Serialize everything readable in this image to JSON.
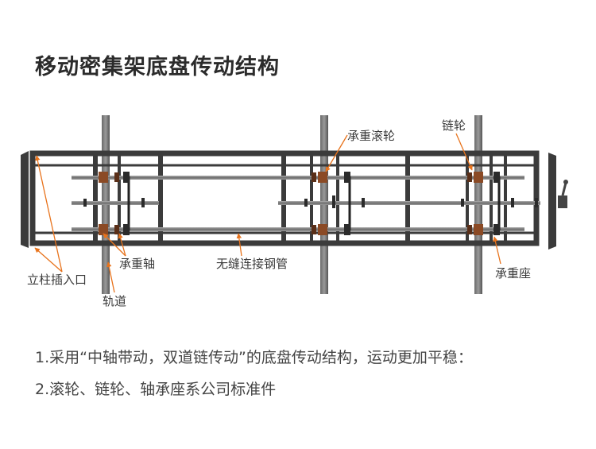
{
  "title": "移动密集架底盘传动结构",
  "labels": {
    "bearing_roller": "承重滚轮",
    "sprocket": "链轮",
    "bearing_shaft": "承重轴",
    "seamless_tube": "无缝连接钢管",
    "bearing_seat": "承重座",
    "column_socket": "立柱插入口",
    "track": "轨道"
  },
  "notes": [
    "1.采用“中轴带动，双道链传动”的底盘传动结构，运动更加平稳：",
    "2.滚轮、链轮、轴承座系公司标准件"
  ],
  "colors": {
    "frame": "#3b3b3b",
    "rail": "#555555",
    "shaft": "#7a7a7a",
    "roller": "#8b4a25",
    "pointer": "#e8731c",
    "background": "#ffffff"
  },
  "icons": [
    "hand-crank-icon"
  ]
}
